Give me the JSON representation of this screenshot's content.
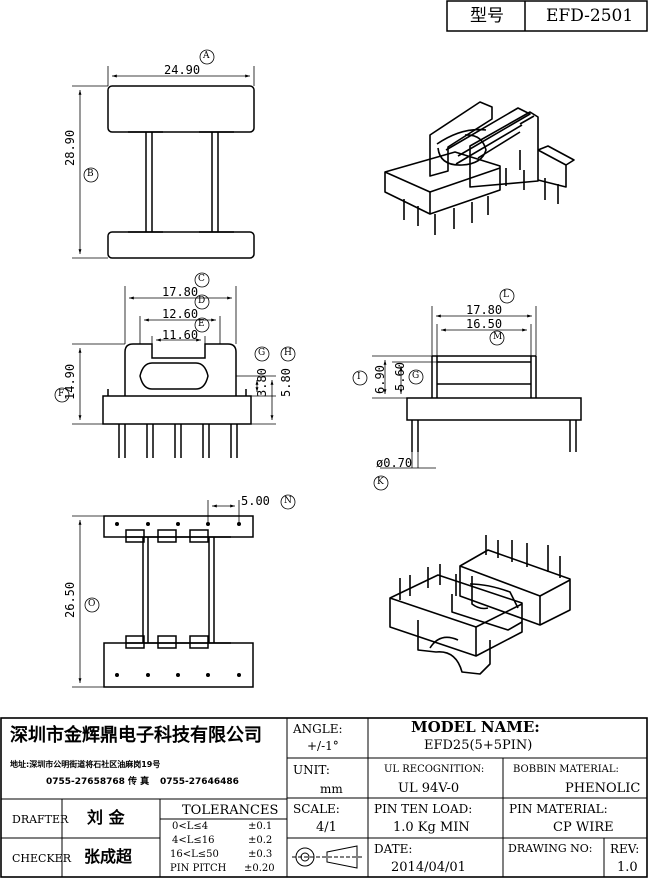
{
  "header": {
    "type_label": "型号",
    "part_number": "EFD-2501"
  },
  "views": {
    "top": {
      "width": "24.90",
      "height": "28.90",
      "tag_a": "A",
      "tag_b": "B"
    },
    "front": {
      "dim_c": "17.80",
      "dim_d": "12.60",
      "dim_e": "11.60",
      "dim_f": "14.90",
      "dim_g": "3.80",
      "dim_h": "5.80",
      "tag_c": "C",
      "tag_d": "D",
      "tag_e": "E",
      "tag_f": "F",
      "tag_g": "G",
      "tag_h": "H"
    },
    "side": {
      "dim_l": "17.80",
      "dim_m": "16.50",
      "dim_i": "6.90",
      "dim_g": "5.60",
      "pin_dia": "ø0.70",
      "tag_l": "L",
      "tag_m": "M",
      "tag_i": "I",
      "tag_g": "G",
      "tag_k": "K"
    },
    "bottom": {
      "pitch": "5.00",
      "length": "26.50",
      "tag_n": "N",
      "tag_o": "O"
    }
  },
  "title_block": {
    "company": "深圳市金辉鼎电子科技有限公司",
    "address": "地址:深圳市公明街道将石社区油麻岗19号",
    "phone": "0755-27658768",
    "fax_label": "传 真",
    "fax": "0755-27646486",
    "angle_label": "ANGLE:",
    "angle_value": "+/-1°",
    "model_name_label": "MODEL NAME:",
    "model_name": "EFD25(5+5PIN)",
    "unit_label": "UNIT:",
    "unit_value": "mm",
    "ul_label": "UL RECOGNITION:",
    "ul_value": "UL 94V-0",
    "bobbin_label": "BOBBIN MATERIAL:",
    "bobbin_value": "PHENOLIC",
    "drafter_label": "DRAFTER",
    "drafter_name": "刘 金",
    "checker_label": "CHECKER",
    "checker_name": "张成超",
    "tolerances_label": "TOLERANCES",
    "tolerances": [
      {
        "range": "0<L≤4",
        "value": "±0.1"
      },
      {
        "range": "4<L≤16",
        "value": "±0.2"
      },
      {
        "range": "16<L≤50",
        "value": "±0.3"
      },
      {
        "range": "PIN PITCH",
        "value": "±0.20"
      }
    ],
    "scale_label": "SCALE:",
    "scale_value": "4/1",
    "pin_load_label": "PIN TEN LOAD:",
    "pin_load_value": "1.0 Kg MIN",
    "pin_material_label": "PIN MATERIAL:",
    "pin_material_value": "CP WIRE",
    "date_label": "DATE:",
    "date_value": "2014/04/01",
    "drawing_no_label": "DRAWING NO:",
    "rev_label": "REV:",
    "rev_value": "1.0"
  }
}
